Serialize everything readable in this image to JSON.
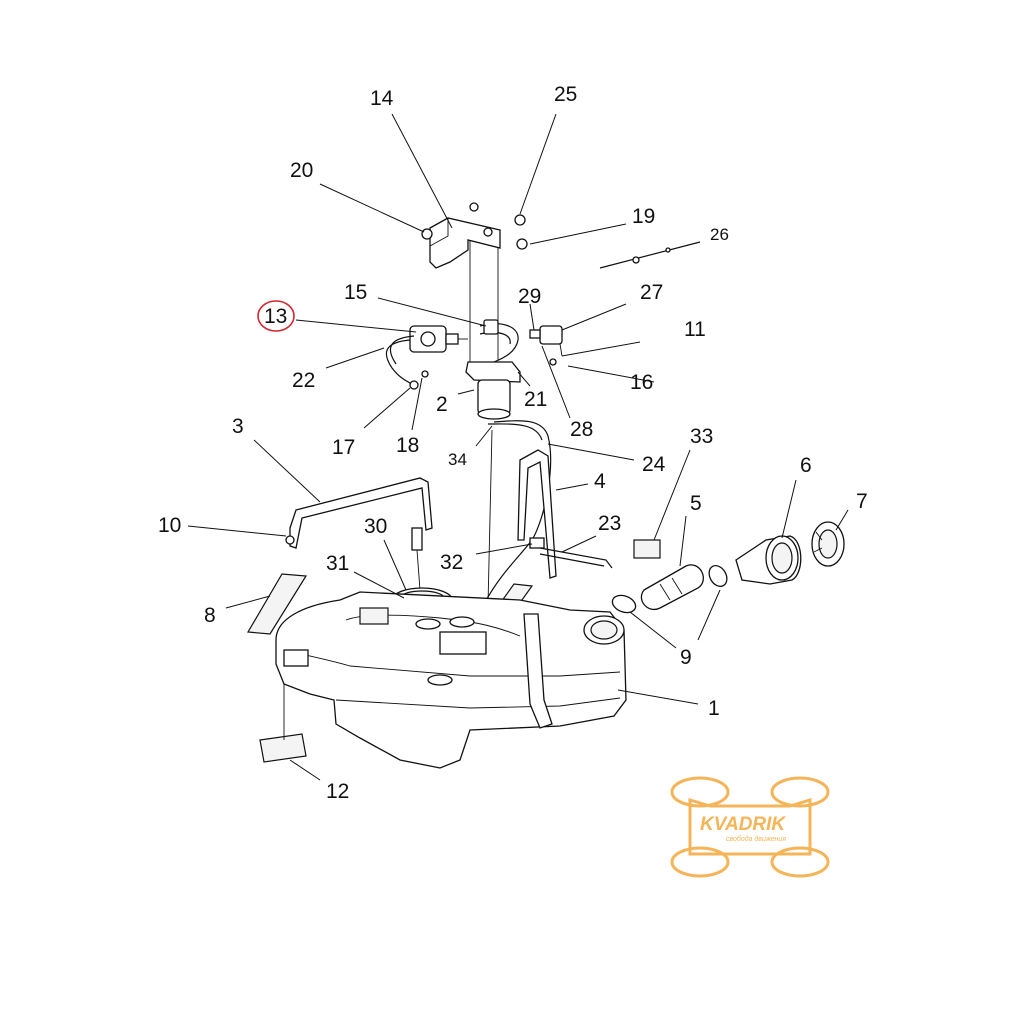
{
  "diagram": {
    "callouts": [
      "1",
      "2",
      "3",
      "4",
      "5",
      "6",
      "7",
      "8",
      "9",
      "10",
      "11",
      "12",
      "13",
      "14",
      "15",
      "16",
      "17",
      "18",
      "19",
      "20",
      "21",
      "22",
      "23",
      "24",
      "25",
      "26",
      "27",
      "28",
      "29",
      "30",
      "31",
      "32",
      "33",
      "34"
    ],
    "highlighted_callout": "13",
    "highlight_color": "#d0262e",
    "line_color": "#111111"
  },
  "watermark": {
    "brand": "KVADRIK",
    "tagline": "свобода движения",
    "color": "#f4a83a"
  }
}
